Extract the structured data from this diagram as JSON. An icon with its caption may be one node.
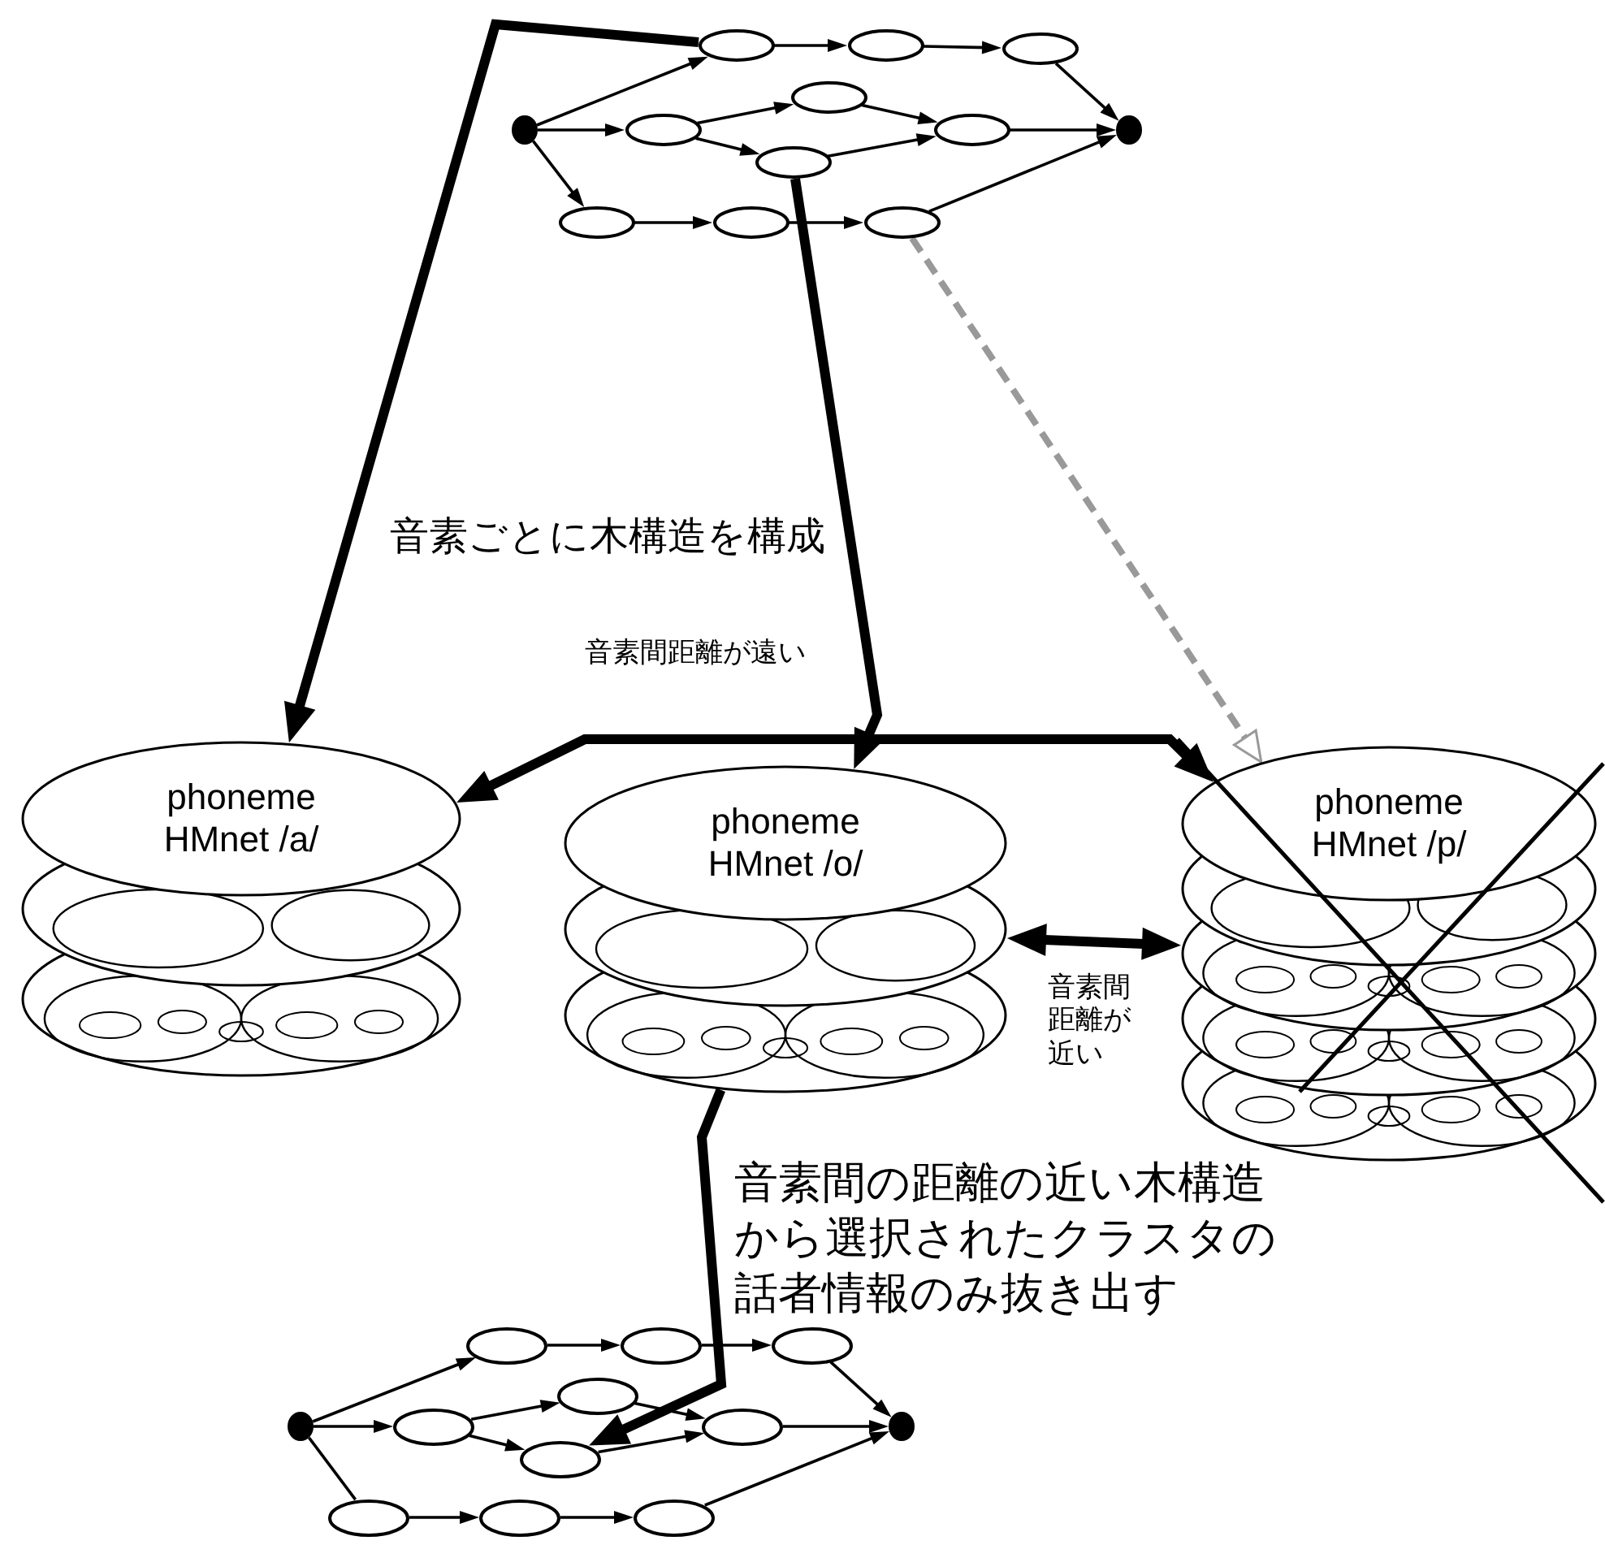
{
  "diagram": {
    "nodes": [
      {
        "text": [],
        "shape": "dot"
      },
      {
        "text": [],
        "shape": "ellipse"
      },
      {
        "text": [],
        "shape": "ellipse"
      },
      {
        "text": [],
        "shape": "ellipse"
      },
      {
        "text": [],
        "shape": "ellipse"
      },
      {
        "text": [],
        "shape": "ellipse"
      },
      {
        "text": [],
        "shape": "ellipse"
      },
      {
        "text": [],
        "shape": "ellipse"
      },
      {
        "text": [],
        "shape": "ellipse"
      },
      {
        "text": [],
        "shape": "ellipse"
      },
      {
        "text": [],
        "shape": "ellipse"
      },
      {
        "text": [],
        "shape": "dot"
      },
      {
        "text": [
          "phoneme HMnet /a/"
        ]
      },
      {
        "text": [
          "phoneme HMnet /o/"
        ]
      },
      {
        "text": [
          "phoneme HMnet /p/"
        ]
      },
      {
        "text": [],
        "shape": "dot"
      },
      {
        "text": [],
        "shape": "ellipse"
      },
      {
        "text": [],
        "shape": "ellipse"
      },
      {
        "text": [],
        "shape": "ellipse"
      },
      {
        "text": [],
        "shape": "ellipse"
      },
      {
        "text": [],
        "shape": "ellipse"
      },
      {
        "text": [],
        "shape": "ellipse"
      },
      {
        "text": [],
        "shape": "ellipse"
      },
      {
        "text": [],
        "shape": "ellipse"
      },
      {
        "text": [],
        "shape": "ellipse"
      },
      {
        "text": [],
        "shape": "ellipse"
      },
      {
        "text": [],
        "shape": "dot"
      }
    ],
    "edges": [
      {
        "from": 0,
        "to": 1,
        "arrow": "to"
      },
      {
        "from": 1,
        "to": 2,
        "arrow": "to"
      },
      {
        "from": 2,
        "to": 3,
        "arrow": "to"
      },
      {
        "from": 3,
        "to": 11,
        "arrow": "to"
      },
      {
        "from": 0,
        "to": 4,
        "arrow": "to"
      },
      {
        "from": 4,
        "to": 5,
        "arrow": "to"
      },
      {
        "from": 4,
        "to": 6,
        "arrow": "to"
      },
      {
        "from": 5,
        "to": 7,
        "arrow": "to"
      },
      {
        "from": 6,
        "to": 7,
        "arrow": "to"
      },
      {
        "from": 7,
        "to": 11,
        "arrow": "to"
      },
      {
        "from": 0,
        "to": 8,
        "arrow": "to"
      },
      {
        "from": 8,
        "to": 9,
        "arrow": "to"
      },
      {
        "from": 9,
        "to": 10,
        "arrow": "to"
      },
      {
        "from": 10,
        "to": 11,
        "arrow": "to"
      },
      {
        "from": 15,
        "to": 16,
        "arrow": "to"
      },
      {
        "from": 16,
        "to": 17,
        "arrow": "to"
      },
      {
        "from": 17,
        "to": 18,
        "arrow": "to"
      },
      {
        "from": 18,
        "to": 26,
        "arrow": "to"
      },
      {
        "from": 15,
        "to": 19,
        "arrow": "to"
      },
      {
        "from": 19,
        "to": 20,
        "arrow": "to"
      },
      {
        "from": 19,
        "to": 21,
        "arrow": "to"
      },
      {
        "from": 20,
        "to": 22,
        "arrow": "to"
      },
      {
        "from": 21,
        "to": 22,
        "arrow": "to"
      },
      {
        "from": 22,
        "to": 26,
        "arrow": "to"
      },
      {
        "from": 15,
        "to": 23,
        "arrow": "none"
      },
      {
        "from": 23,
        "to": 24,
        "arrow": "to"
      },
      {
        "from": 24,
        "to": 25,
        "arrow": "to"
      },
      {
        "from": 25,
        "to": 26,
        "arrow": "to"
      },
      {
        "from": 1,
        "to": 12,
        "arrow": "to",
        "style": "thick"
      },
      {
        "from": 6,
        "to": 13,
        "arrow": "to",
        "style": "thick"
      },
      {
        "from": 10,
        "to": 14,
        "arrow": "to",
        "style": "dashed",
        "color": "#999999"
      },
      {
        "from": 12,
        "to": 14,
        "arrow": "both",
        "style": "thick",
        "label": "音素間距離が遠い"
      },
      {
        "from": 13,
        "to": 14,
        "arrow": "both",
        "style": "thick",
        "label": "音素間距離が近い"
      },
      {
        "from": 13,
        "to": 21,
        "arrow": "to",
        "style": "thick"
      }
    ],
    "labels": [
      "音素ごとに木構造を構成",
      "音素間の距離の近い木構造から選択されたクラスタの話者情報のみ抜き出す"
    ]
  }
}
